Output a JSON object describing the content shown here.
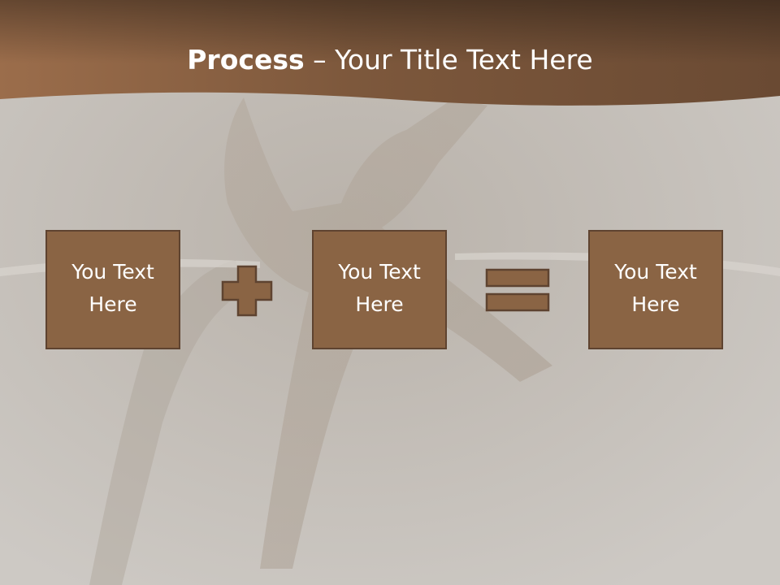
{
  "slide": {
    "title_bold": "Process",
    "title_rest": " – Your Title Text Here",
    "boxes": [
      {
        "label": "You Text Here"
      },
      {
        "label": "You Text Here"
      },
      {
        "label": "You Text Here"
      }
    ],
    "operators": [
      "plus-icon",
      "equals-icon"
    ]
  },
  "colors": {
    "header_band": "#7a5438",
    "box_fill": "#8a6444",
    "box_border": "#5e4330",
    "background": "#c8c4bf"
  }
}
